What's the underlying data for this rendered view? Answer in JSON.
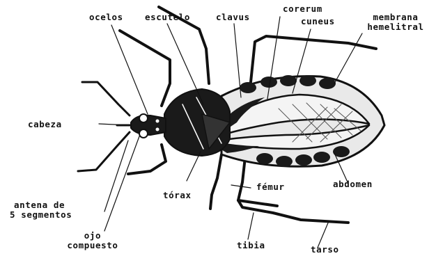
{
  "labels": {
    "ocelos": "ocelos",
    "escutelo": "escutelo",
    "clavus": "clavus",
    "corerum": "corerum",
    "cuneus": "cuneus",
    "membrana": "membrana",
    "hemelitral": "hemelitral",
    "cabeza": "cabeza",
    "torax": "tórax",
    "femur": "fémur",
    "abdomen": "abdomen",
    "antena_1": "antena de",
    "antena_2": "5 segmentos",
    "ojo_1": "ojo",
    "ojo_2": "compuesto",
    "tibia": "tibia",
    "tarso": "tarso"
  },
  "colors": {
    "ink": "#111111",
    "body_dark": "#1a1a1a",
    "wing_light": "#f4f4f4",
    "background": "#ffffff"
  }
}
